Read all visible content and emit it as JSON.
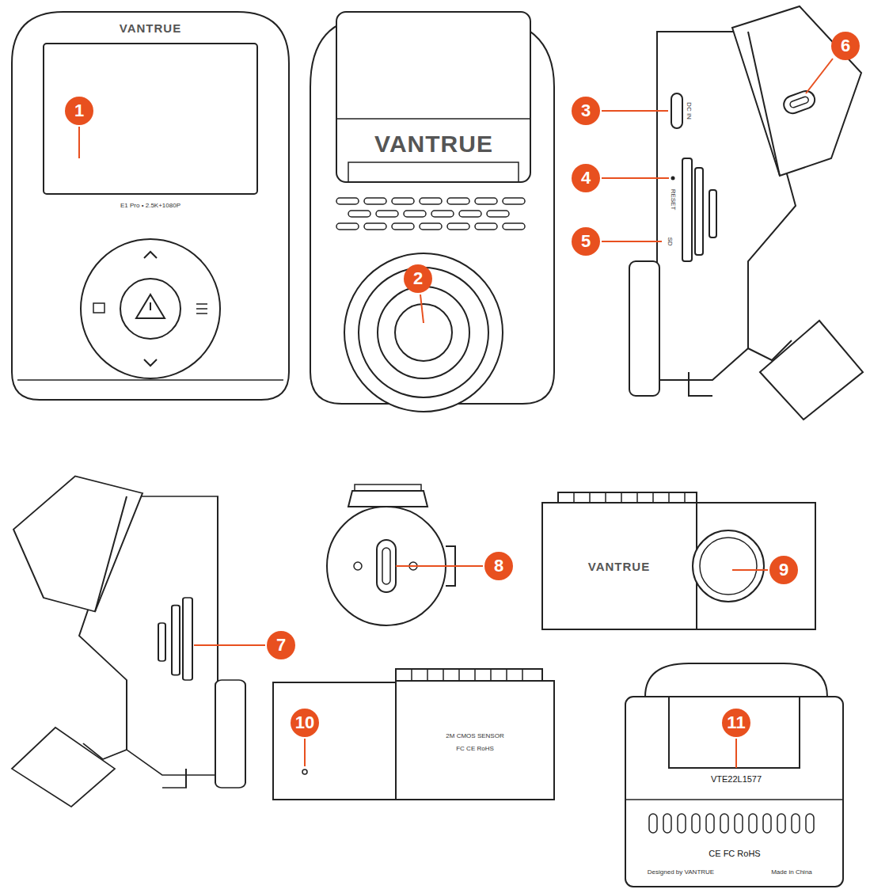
{
  "diagram": {
    "labels": [
      "VANTRUE",
      "1",
      "E1 Pro • 2.5K+1080P",
      "VANTRUE",
      "2",
      "3",
      "DC IN",
      "6",
      "4",
      "RESET",
      "5",
      "SD",
      "7",
      "8",
      "VANTRUE",
      "9",
      "10",
      "2M CMOS SENSOR",
      "FC CE RoHS",
      "11",
      "VTE22L1577",
      "CE FC RoHS",
      "Designed by VANTRUE",
      "Made in China"
    ]
  }
}
